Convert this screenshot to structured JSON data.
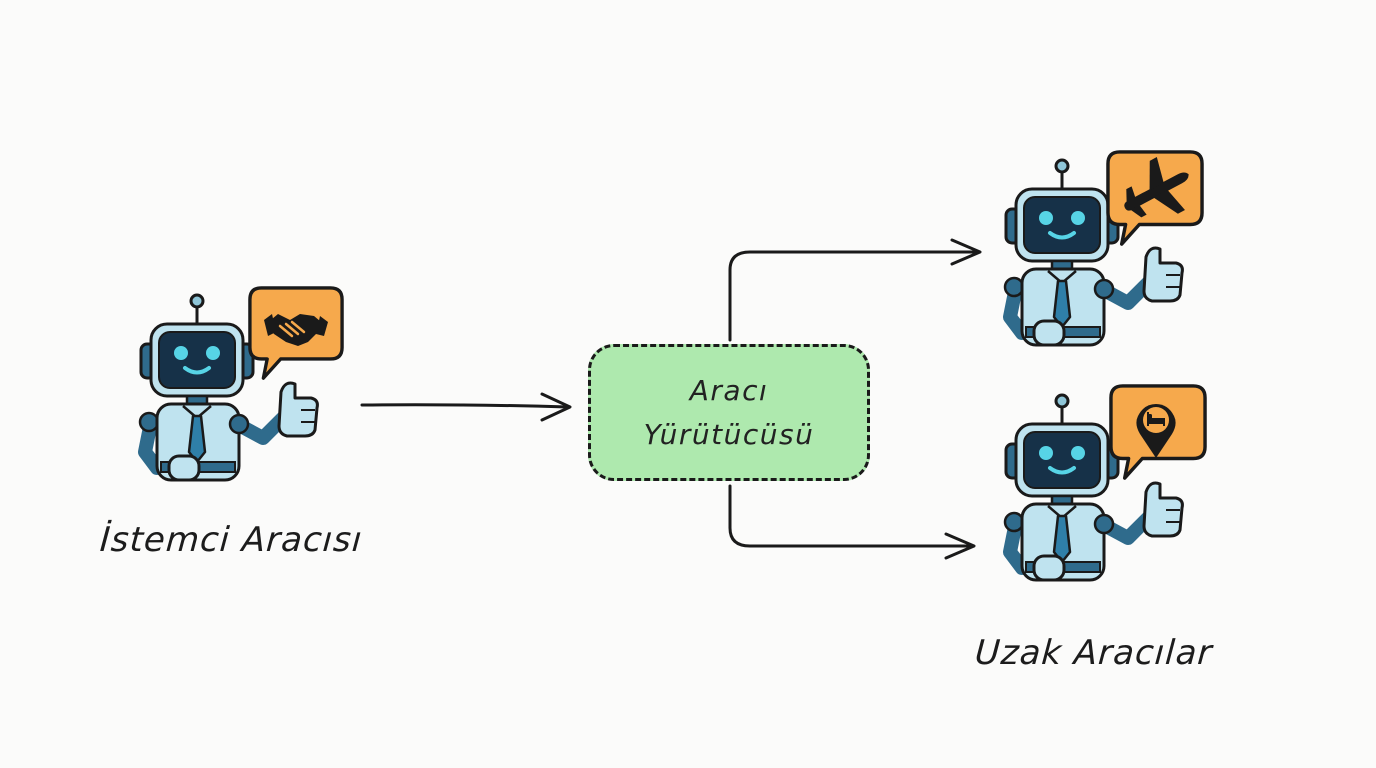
{
  "diagram": {
    "client": {
      "label": "İstemci Aracısı",
      "bubble_icon": "handshake-icon"
    },
    "executor": {
      "line1": "Aracı",
      "line2": "Yürütücüsü"
    },
    "remote": {
      "label": "Uzak Aracılar",
      "agents": [
        {
          "bubble_icon": "airplane-icon"
        },
        {
          "bubble_icon": "hotel-pin-icon"
        }
      ]
    },
    "colors": {
      "background": "#fbfbfa",
      "executor_fill": "#aee9ae",
      "bubble_fill": "#f6a94c",
      "robot_body": "#bfe3ef",
      "robot_dark": "#2f6b8c",
      "robot_screen": "#163148",
      "robot_eyes": "#57d4e6",
      "stroke": "#1a1a1a"
    }
  }
}
